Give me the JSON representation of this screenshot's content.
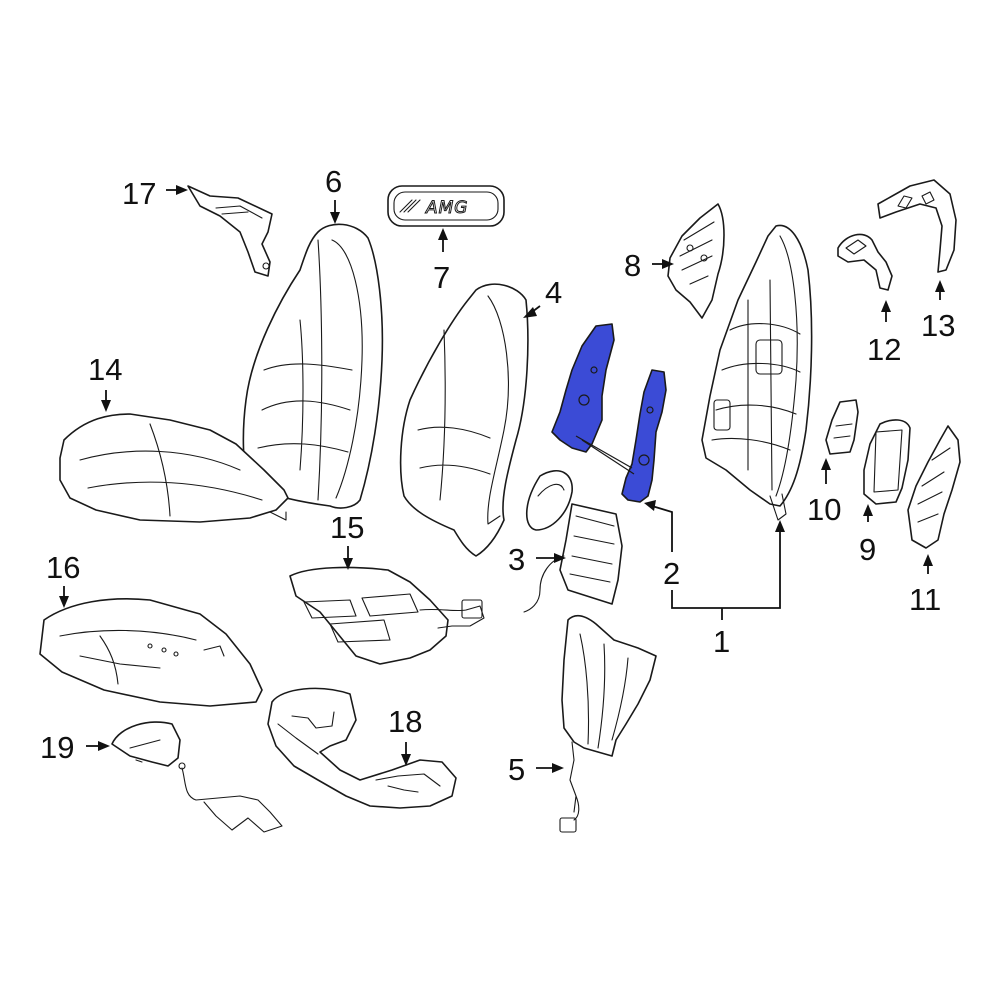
{
  "highlight_color": "#3b4bd6",
  "outline_color": "#1a1a1a",
  "badge_text": "AMG",
  "callouts": {
    "c1": "1",
    "c2": "2",
    "c3": "3",
    "c4": "4",
    "c5": "5",
    "c6": "6",
    "c7": "7",
    "c8": "8",
    "c9": "9",
    "c10": "10",
    "c11": "11",
    "c12": "12",
    "c13": "13",
    "c14": "14",
    "c15": "15",
    "c16": "16",
    "c17": "17",
    "c18": "18",
    "c19": "19"
  }
}
